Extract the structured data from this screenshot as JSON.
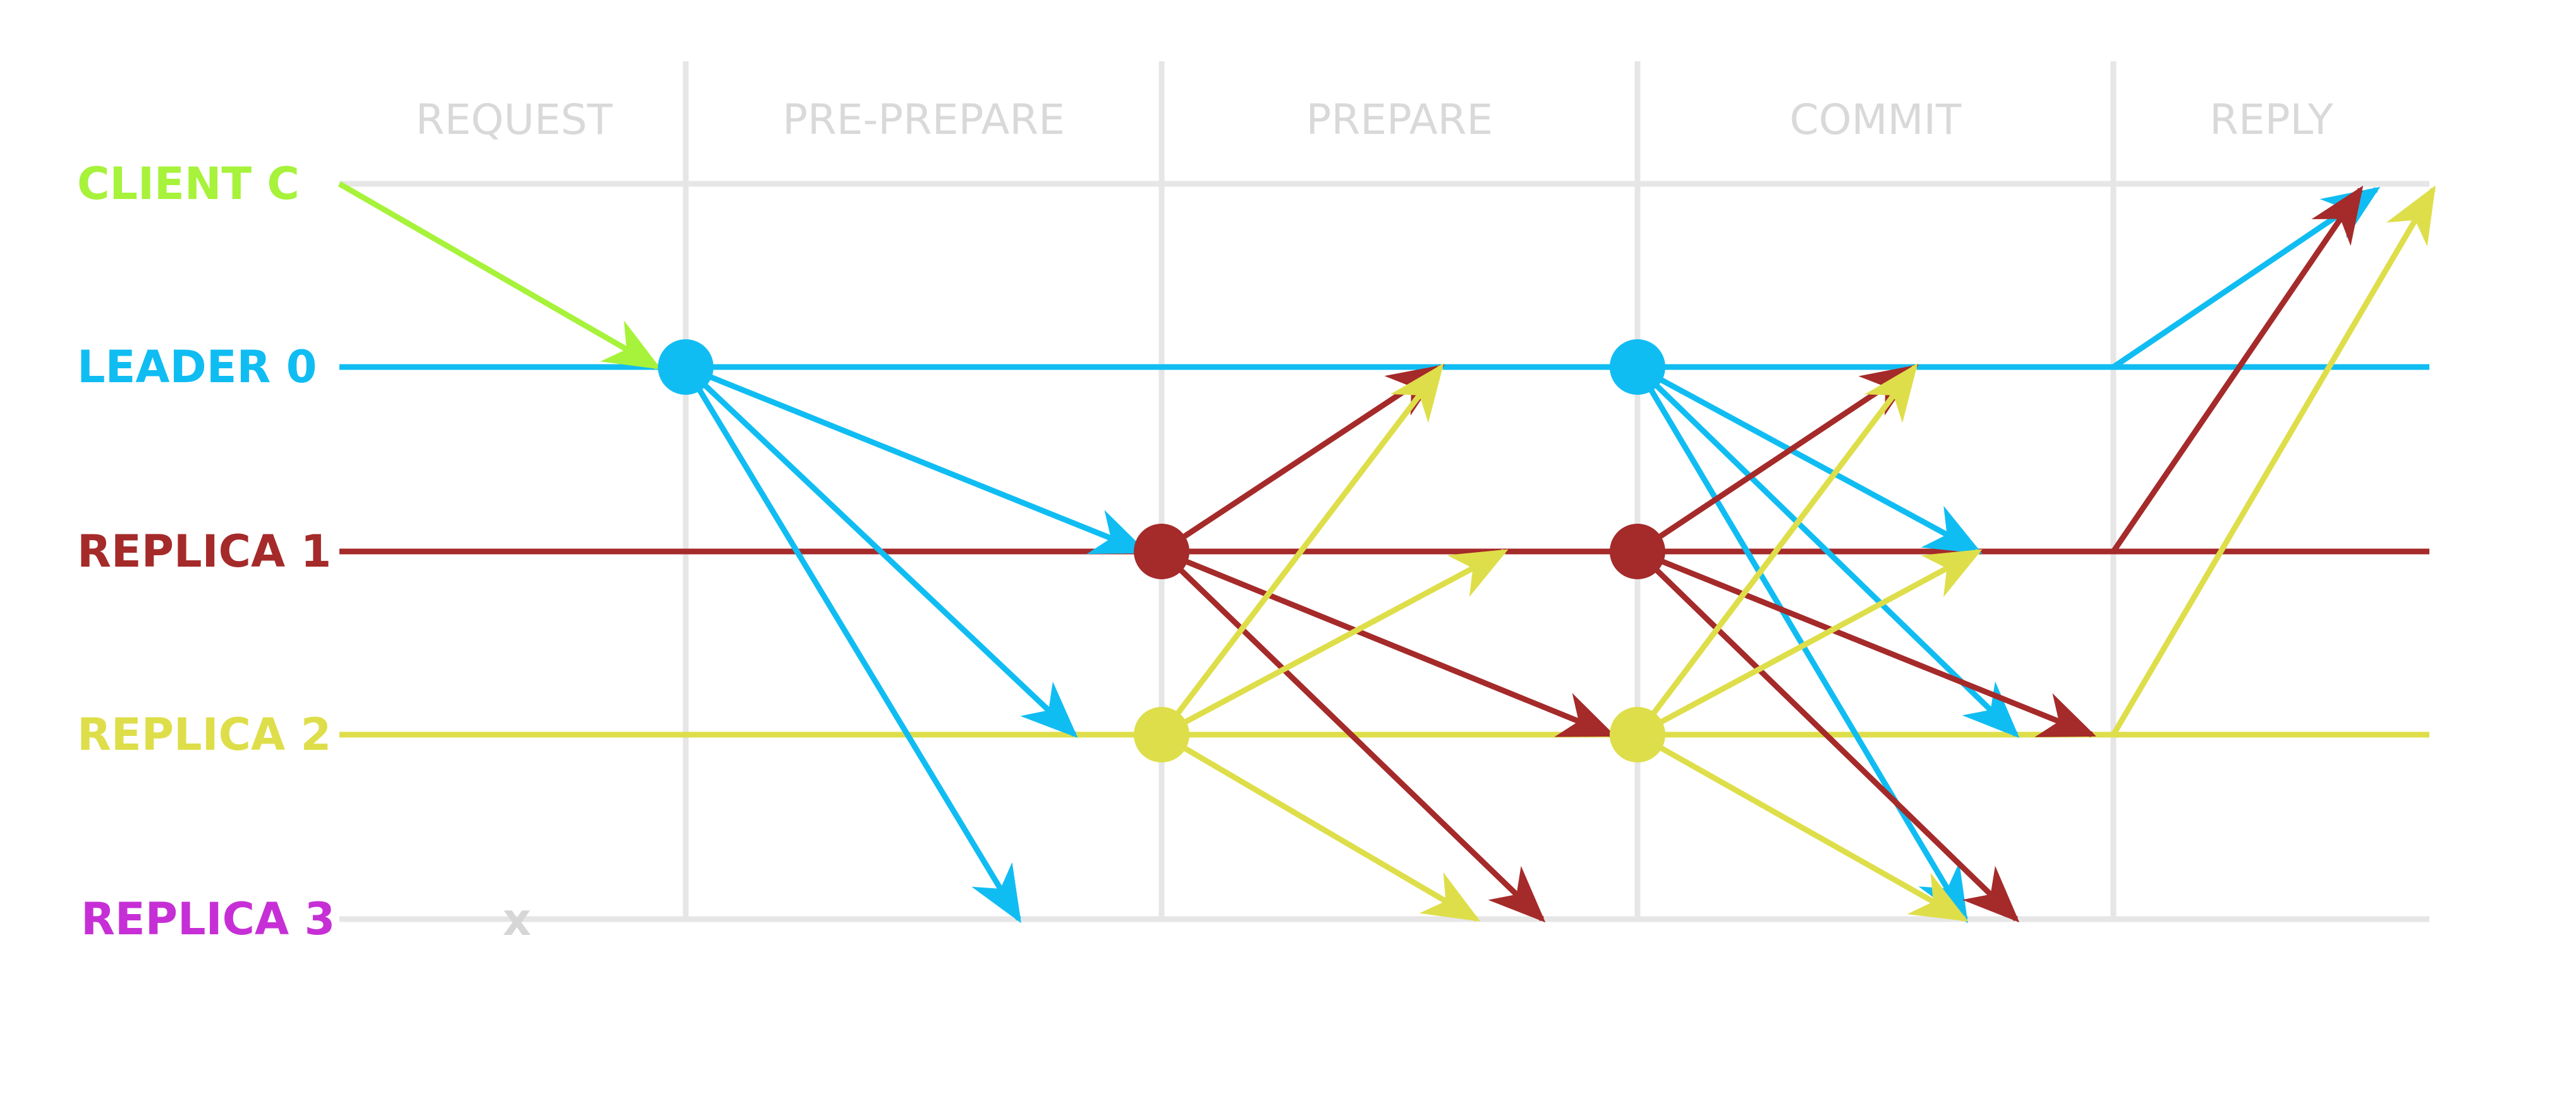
{
  "diagram": {
    "phases": [
      "REQUEST",
      "PRE-PREPARE",
      "PREPARE",
      "COMMIT",
      "REPLY"
    ],
    "nodes": [
      {
        "id": "client",
        "label": "CLIENT  C",
        "color": "#a7f23a"
      },
      {
        "id": "leader",
        "label": "LEADER 0",
        "color": "#10bdf2"
      },
      {
        "id": "r1",
        "label": "REPLICA 1",
        "color": "#a52a2a"
      },
      {
        "id": "r2",
        "label": "REPLICA 2",
        "color": "#dede4a"
      },
      {
        "id": "r3",
        "label": "REPLICA 3",
        "color": "#c62fd6"
      }
    ],
    "failed_node": "r3",
    "failed_mark": "x",
    "colors": {
      "grid": "#e6e6e6",
      "phase_label": "#d9d9d9",
      "failed_mark": "#d6d6d6"
    },
    "messages": [
      {
        "phase": "REQUEST",
        "from": "client",
        "to": "leader"
      },
      {
        "phase": "PRE-PREPARE",
        "from": "leader",
        "to": "r1"
      },
      {
        "phase": "PRE-PREPARE",
        "from": "leader",
        "to": "r2"
      },
      {
        "phase": "PRE-PREPARE",
        "from": "leader",
        "to": "r3"
      },
      {
        "phase": "PREPARE",
        "from": "r1",
        "to": "leader"
      },
      {
        "phase": "PREPARE",
        "from": "r1",
        "to": "r2"
      },
      {
        "phase": "PREPARE",
        "from": "r1",
        "to": "r3"
      },
      {
        "phase": "PREPARE",
        "from": "r2",
        "to": "leader"
      },
      {
        "phase": "PREPARE",
        "from": "r2",
        "to": "r1"
      },
      {
        "phase": "PREPARE",
        "from": "r2",
        "to": "r3"
      },
      {
        "phase": "COMMIT",
        "from": "leader",
        "to": "r1"
      },
      {
        "phase": "COMMIT",
        "from": "leader",
        "to": "r2"
      },
      {
        "phase": "COMMIT",
        "from": "leader",
        "to": "r3"
      },
      {
        "phase": "COMMIT",
        "from": "r1",
        "to": "leader"
      },
      {
        "phase": "COMMIT",
        "from": "r1",
        "to": "r2"
      },
      {
        "phase": "COMMIT",
        "from": "r1",
        "to": "r3"
      },
      {
        "phase": "COMMIT",
        "from": "r2",
        "to": "leader"
      },
      {
        "phase": "COMMIT",
        "from": "r2",
        "to": "r1"
      },
      {
        "phase": "COMMIT",
        "from": "r2",
        "to": "r3"
      },
      {
        "phase": "REPLY",
        "from": "leader",
        "to": "client"
      },
      {
        "phase": "REPLY",
        "from": "r1",
        "to": "client"
      },
      {
        "phase": "REPLY",
        "from": "r2",
        "to": "client"
      }
    ]
  }
}
